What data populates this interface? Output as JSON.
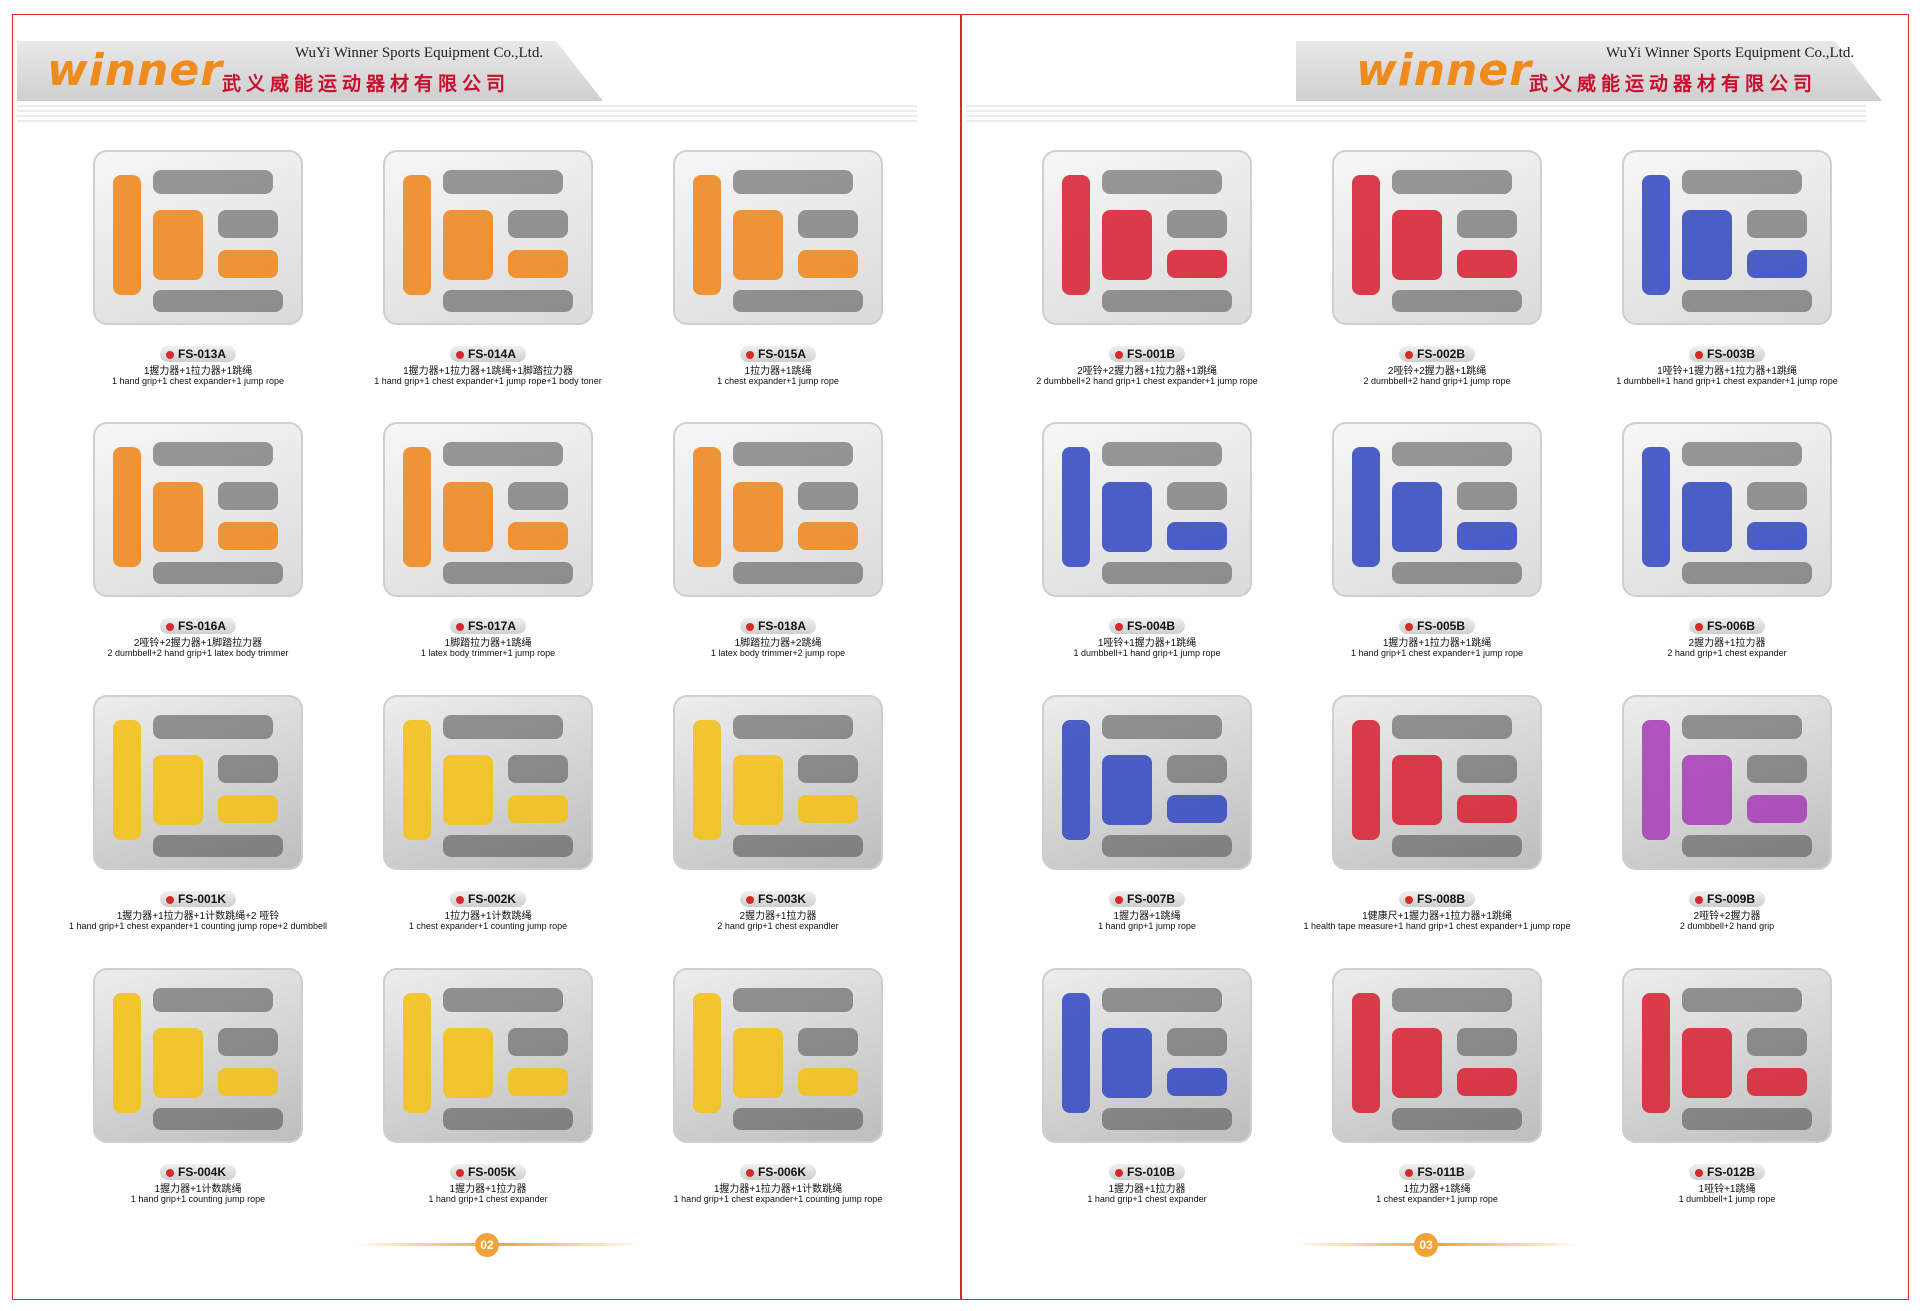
{
  "brand": {
    "logo": "winner",
    "company_en": "WuYi Winner Sports Equipment Co.,Ltd.",
    "company_cn": "武义威能运动器材有限公司"
  },
  "watermark": "武义威能运动器材有限公司",
  "left_page": {
    "page_number": "02",
    "products": [
      {
        "code": "FS-013A",
        "cn": "1握力器+1拉力器+1跳绳",
        "en": "1 hand grip+1 chest expander+1 jump rope",
        "color": "#f08a24"
      },
      {
        "code": "FS-014A",
        "cn": "1握力器+1拉力器+1跳绳+1脚踏拉力器",
        "en": "1 hand grip+1 chest expander+1 jump rope+1 body toner",
        "color": "#f08a24"
      },
      {
        "code": "FS-015A",
        "cn": "1拉力器+1跳绳",
        "en": "1 chest expander+1 jump rope",
        "color": "#f08a24"
      },
      {
        "code": "FS-016A",
        "cn": "2哑铃+2握力器+1脚踏拉力器",
        "en": "2 dumbbell+2 hand grip+1 latex body trimmer",
        "color": "#f08a24"
      },
      {
        "code": "FS-017A",
        "cn": "1脚踏拉力器+1跳绳",
        "en": "1 latex body trimmer+1 jump rope",
        "color": "#f08a24"
      },
      {
        "code": "FS-018A",
        "cn": "1脚踏拉力器+2跳绳",
        "en": "1 latex body trimmer+2 jump rope",
        "color": "#f08a24"
      },
      {
        "code": "FS-001K",
        "cn": "1握力器+1拉力器+1计数跳绳+2 哑铃",
        "en": "1 hand grip+1 chest expander+1 counting jump rope+2 dumbbell",
        "color": "#f2c21b"
      },
      {
        "code": "FS-002K",
        "cn": "1拉力器+1计数跳绳",
        "en": "1 chest expander+1 counting jump rope",
        "color": "#f2c21b"
      },
      {
        "code": "FS-003K",
        "cn": "2握力器+1拉力器",
        "en": "2 hand grip+1 chest expandler",
        "color": "#f2c21b"
      },
      {
        "code": "FS-004K",
        "cn": "1握力器+1计数跳绳",
        "en": "1 hand grip+1 counting jump rope",
        "color": "#f2c21b"
      },
      {
        "code": "FS-005K",
        "cn": "1握力器+1拉力器",
        "en": "1 hand grip+1 chest expander",
        "color": "#f2c21b"
      },
      {
        "code": "FS-006K",
        "cn": "1握力器+1拉力器+1计数跳绳",
        "en": "1 hand grip+1 chest expander+1 counting jump rope",
        "color": "#f2c21b"
      }
    ]
  },
  "right_page": {
    "page_number": "03",
    "products": [
      {
        "code": "FS-001B",
        "cn": "2哑铃+2握力器+1拉力器+1跳绳",
        "en": "2 dumbbell+2 hand grip+1 chest expander+1 jump rope",
        "color": "#d8283a"
      },
      {
        "code": "FS-002B",
        "cn": "2哑铃+2握力器+1跳绳",
        "en": "2 dumbbell+2 hand grip+1 jump rope",
        "color": "#d8283a"
      },
      {
        "code": "FS-003B",
        "cn": "1哑铃+1握力器+1拉力器+1跳绳",
        "en": "1 dumbbell+1 hand grip+1 chest expander+1 jump rope",
        "color": "#3a4fc4"
      },
      {
        "code": "FS-004B",
        "cn": "1哑铃+1握力器+1跳绳",
        "en": "1 dumbbell+1 hand grip+1 jump rope",
        "color": "#3a4fc4"
      },
      {
        "code": "FS-005B",
        "cn": "1握力器+1拉力器+1跳绳",
        "en": "1 hand grip+1 chest expander+1 jump rope",
        "color": "#3a4fc4"
      },
      {
        "code": "FS-006B",
        "cn": "2握力器+1拉力器",
        "en": "2 hand grip+1 chest expander",
        "color": "#3a4fc4"
      },
      {
        "code": "FS-007B",
        "cn": "1握力器+1跳绳",
        "en": "1 hand grip+1 jump rope",
        "color": "#3a4fc4"
      },
      {
        "code": "FS-008B",
        "cn": "1健康尺+1握力器+1拉力器+1跳绳",
        "en": "1 health tape measure+1 hand grip+1 chest expander+1 jump rope",
        "color": "#d8283a"
      },
      {
        "code": "FS-009B",
        "cn": "2哑铃+2握力器",
        "en": "2 dumbbell+2 hand grip",
        "color": "#a844b8"
      },
      {
        "code": "FS-010B",
        "cn": "1握力器+1拉力器",
        "en": "1 hand grip+1 chest expander",
        "color": "#3a4fc4"
      },
      {
        "code": "FS-011B",
        "cn": "1拉力器+1跳绳",
        "en": "1 chest expander+1 jump rope",
        "color": "#d8283a"
      },
      {
        "code": "FS-012B",
        "cn": "1哑铃+1跳绳",
        "en": "1 dumbbell+1 jump rope",
        "color": "#d8283a"
      }
    ]
  }
}
